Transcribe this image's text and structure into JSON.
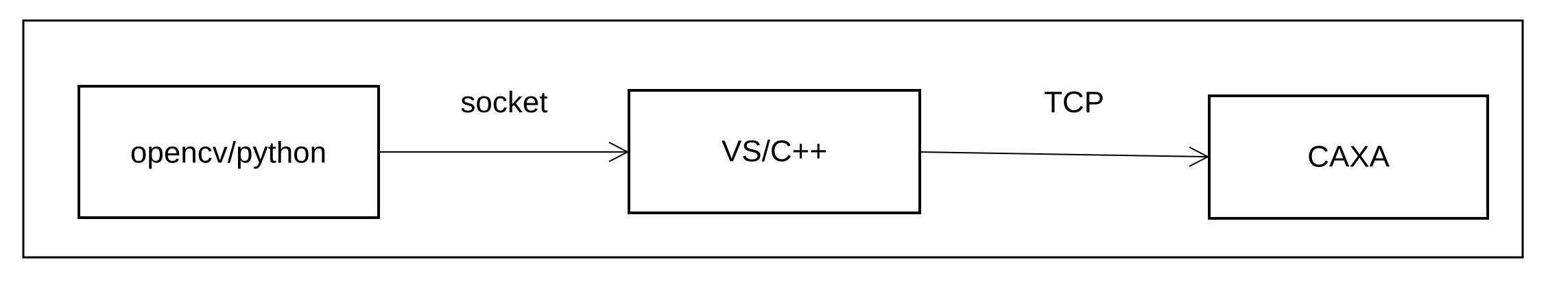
{
  "colors": {
    "stroke": "#000000",
    "background": "#ffffff"
  },
  "diagram": {
    "nodes": [
      {
        "id": "opencv",
        "label": "opencv/python"
      },
      {
        "id": "vs",
        "label": "VS/C++"
      },
      {
        "id": "caxa",
        "label": "CAXA"
      }
    ],
    "edges": [
      {
        "from": "opencv",
        "to": "vs",
        "label": "socket"
      },
      {
        "from": "vs",
        "to": "caxa",
        "label": "TCP"
      }
    ]
  }
}
